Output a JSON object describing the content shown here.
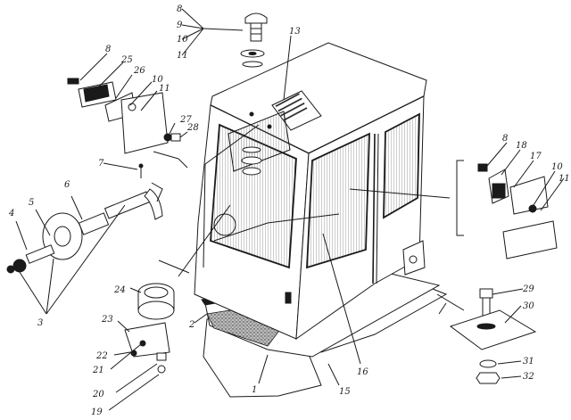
{
  "diagram": {
    "callouts": [
      "8",
      "9",
      "10",
      "11",
      "13",
      "8",
      "25",
      "26",
      "10",
      "11",
      "27",
      "28",
      "7",
      "6",
      "5",
      "4",
      "3",
      "24",
      "23",
      "22",
      "21",
      "20",
      "19",
      "2",
      "1",
      "15",
      "16",
      "8",
      "18",
      "17",
      "10",
      "11",
      "29",
      "30",
      "31",
      "32"
    ]
  },
  "colors": {
    "ink": "#1a1a1a",
    "paper": "#ffffff",
    "mat": "#8c8c8c",
    "glass_hatch": "#6f6f6f"
  }
}
